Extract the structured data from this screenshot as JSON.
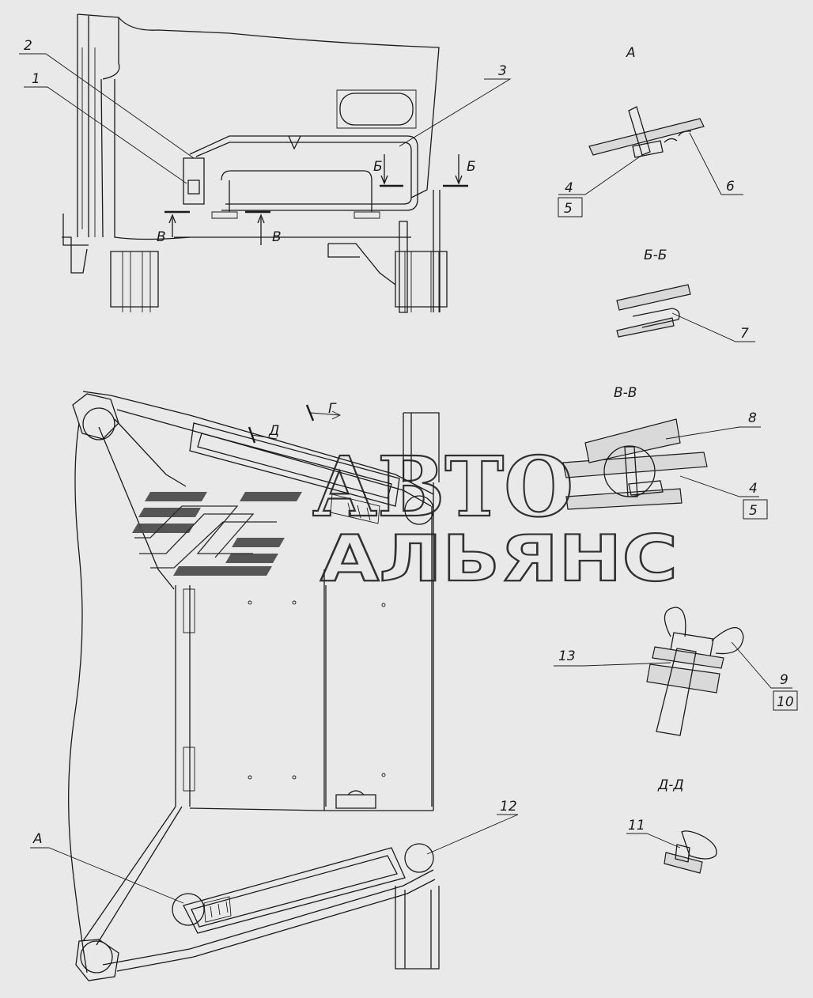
{
  "views": {
    "a": "А",
    "b_b": "Б-Б",
    "v_v": "В-В",
    "d_d": "Д-Д"
  },
  "section_marks": {
    "b": "Б",
    "v": "В",
    "g": "Г",
    "d": "Д",
    "a": "А"
  },
  "callouts": {
    "c1": "1",
    "c2": "2",
    "c3": "3",
    "c4": "4",
    "c5": "5",
    "c6": "6",
    "c7": "7",
    "c8": "8",
    "c9": "9",
    "c10": "10",
    "c11": "11",
    "c12": "12",
    "c13": "13"
  },
  "watermark": {
    "line1": "АВТО",
    "line2": "АЛЬЯНС"
  }
}
